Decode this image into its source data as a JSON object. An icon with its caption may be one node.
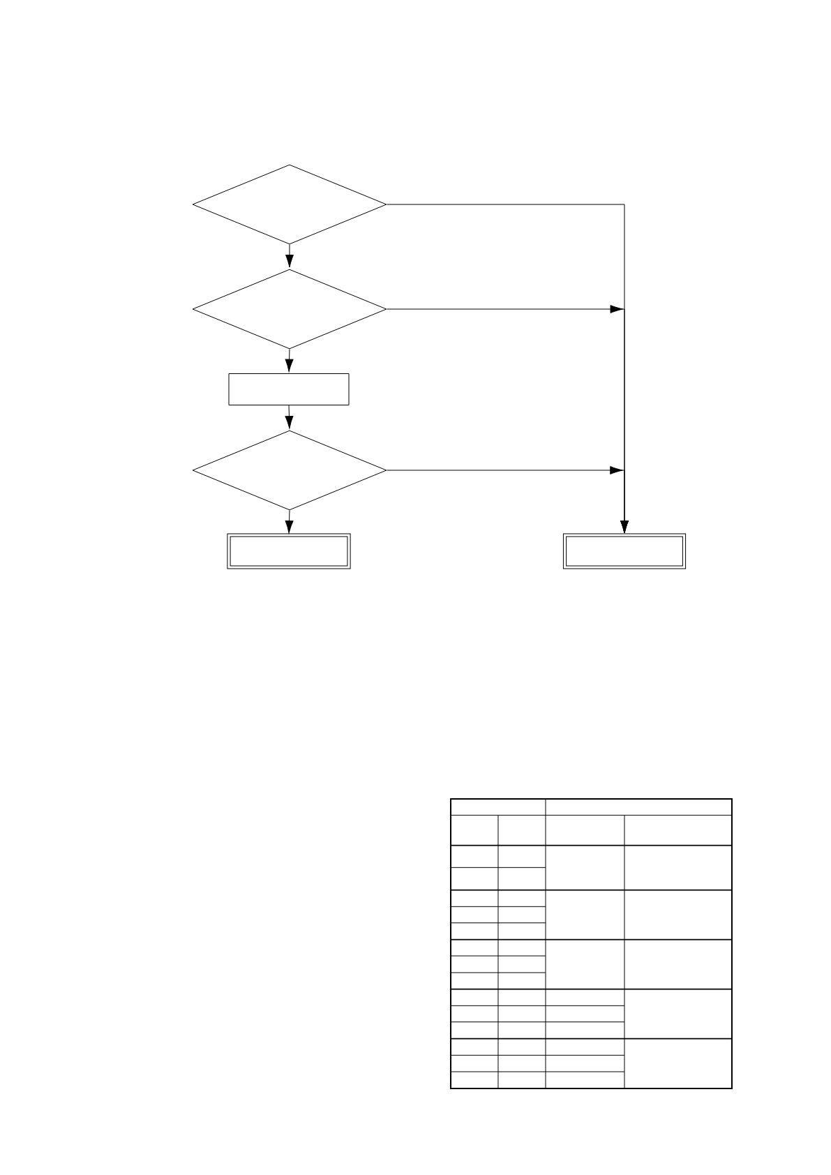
{
  "diagram": {
    "nodes": [
      {
        "text": [],
        "shape": "diamond"
      },
      {
        "text": [],
        "shape": "diamond"
      },
      {
        "text": [],
        "shape": "box"
      },
      {
        "text": [],
        "shape": "diamond"
      },
      {
        "text": [],
        "shape": "frame"
      },
      {
        "text": [],
        "shape": "frame"
      }
    ],
    "edges": [
      {
        "from": 0,
        "to": 1,
        "arrow": "to"
      },
      {
        "from": 1,
        "to": 2,
        "arrow": "to"
      },
      {
        "from": 2,
        "to": 3,
        "arrow": "to"
      },
      {
        "from": 3,
        "to": 4,
        "arrow": "to"
      },
      {
        "from": 0,
        "to": 5,
        "arrow": "to"
      },
      {
        "from": 1,
        "to": 5,
        "arrow": "to"
      },
      {
        "from": 3,
        "to": 5,
        "arrow": "to"
      }
    ]
  }
}
